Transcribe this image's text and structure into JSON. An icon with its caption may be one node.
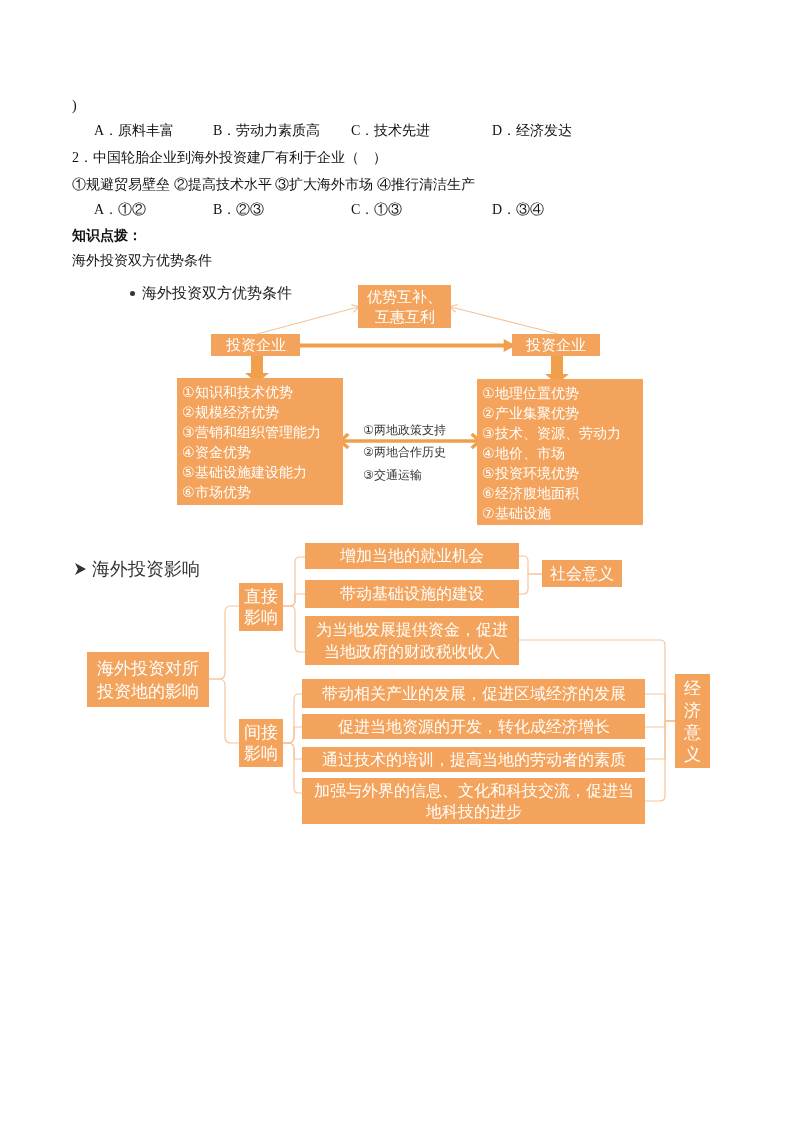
{
  "diagram": {
    "nodes": [
      {
        "text": [
          "优势互补、互惠互利"
        ]
      },
      {
        "text": [
          "投资企业"
        ]
      },
      {
        "text": [
          "投资企业"
        ]
      },
      {
        "text": [
          "①知识和技术优势",
          "②规模经济优势",
          "③营销和组织管理能力",
          "④资金优势",
          "⑤基础设施建设能力",
          "⑥市场优势"
        ]
      },
      {
        "text": [
          "①地理位置优势",
          "②产业集聚优势",
          "③技术、资源、劳动力",
          "④地价、市场",
          "⑤投资环境优势",
          "⑥经济腹地面积",
          "⑦基础设施"
        ]
      },
      {
        "text": [
          "海外投资对所投资地的影响"
        ]
      },
      {
        "text": [
          "直接影响"
        ]
      },
      {
        "text": [
          "增加当地的就业机会"
        ]
      },
      {
        "text": [
          "带动基础设施的建设"
        ]
      },
      {
        "text": [
          "社会意义"
        ]
      },
      {
        "text": [
          "为当地发展提供资金，促进当地政府的财政税收收入"
        ]
      },
      {
        "text": [
          "间接影响"
        ]
      },
      {
        "text": [
          "带动相关产业的发展，促进区域经济的发展"
        ]
      },
      {
        "text": [
          "促进当地资源的开发，转化成经济增长"
        ]
      },
      {
        "text": [
          "通过技术的培训，提高当地的劳动者的素质"
        ]
      },
      {
        "text": [
          "加强与外界的信息、文化和科技交流，促进当地科技的进步"
        ]
      },
      {
        "text": [
          "经济意义"
        ]
      }
    ],
    "edges": [
      {
        "from": 1,
        "to": 0,
        "arrow": "to"
      },
      {
        "from": 2,
        "to": 0,
        "arrow": "to"
      },
      {
        "from": 1,
        "to": 2,
        "arrow": "to",
        "style": "thick",
        "color": "#f0a04b"
      },
      {
        "from": 1,
        "to": 3,
        "arrow": "to",
        "style": "thick",
        "color": "#f0a04b"
      },
      {
        "from": 2,
        "to": 4,
        "arrow": "to",
        "style": "thick",
        "color": "#f0a04b"
      },
      {
        "from": 3,
        "to": 4,
        "arrow": "both",
        "style": "thick",
        "color": "#f0a04b"
      },
      {
        "from": 5,
        "to": 6,
        "arrow": "none"
      },
      {
        "from": 5,
        "to": 11,
        "arrow": "none"
      },
      {
        "from": 6,
        "to": 7,
        "arrow": "none"
      },
      {
        "from": 6,
        "to": 8,
        "arrow": "none"
      },
      {
        "from": 6,
        "to": 10,
        "arrow": "none"
      },
      {
        "from": 11,
        "to": 12,
        "arrow": "none"
      },
      {
        "from": 11,
        "to": 13,
        "arrow": "none"
      },
      {
        "from": 11,
        "to": 14,
        "arrow": "none"
      },
      {
        "from": 11,
        "to": 15,
        "arrow": "none"
      },
      {
        "from": 7,
        "to": 9,
        "arrow": "none"
      },
      {
        "from": 8,
        "to": 9,
        "arrow": "none"
      },
      {
        "from": 10,
        "to": 16,
        "arrow": "none"
      },
      {
        "from": 12,
        "to": 16,
        "arrow": "none"
      },
      {
        "from": 13,
        "to": 16,
        "arrow": "none"
      },
      {
        "from": 14,
        "to": 16,
        "arrow": "none"
      },
      {
        "from": 15,
        "to": 16,
        "arrow": "none"
      }
    ],
    "labels": [
      ")",
      "A．原料丰富",
      "B．劳动力素质高",
      "C．技术先进",
      "D．经济发达",
      "2．中国轮胎企业到海外投资建厂有利于企业（　）",
      "①规避贸易壁垒 ②提高技术水平 ③扩大海外市场 ④推行清洁生产",
      "A．①②",
      "B．②③",
      "C．①③",
      "D．③④",
      "知识点拨：",
      "海外投资双方优势条件",
      "海外投资双方优势条件",
      "①两地政策支持",
      "②两地合作历史",
      "③交通运输",
      "海外投资影响"
    ]
  }
}
